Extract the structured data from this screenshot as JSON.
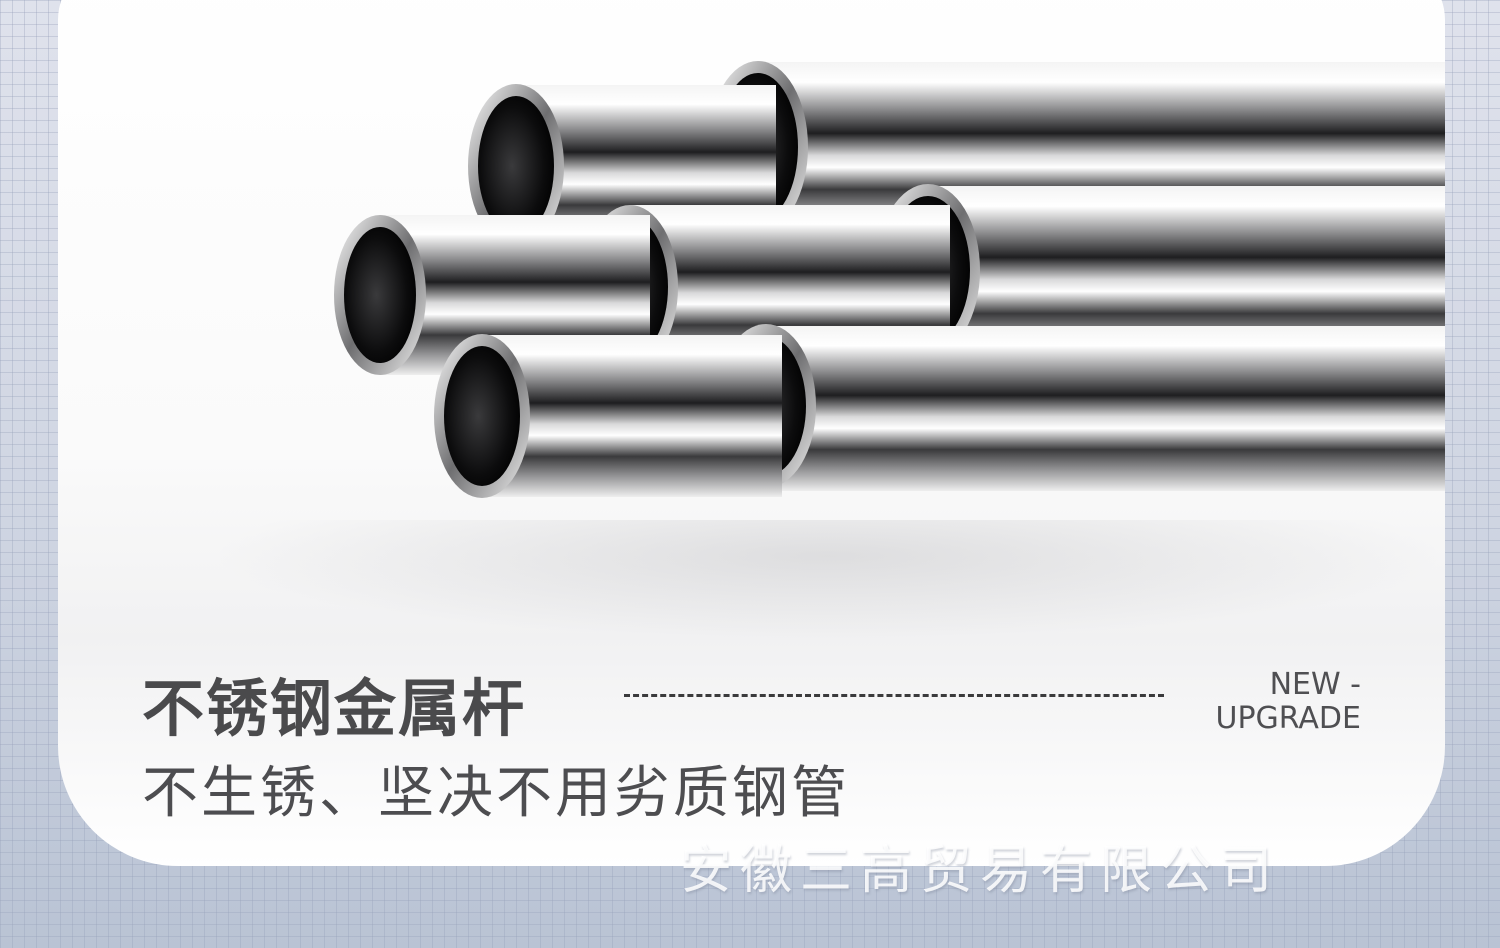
{
  "product": {
    "title": "不锈钢金属杆",
    "subtitle": "不生锈、坚决不用劣质钢管",
    "badge_line1": "NEW -",
    "badge_line2": "UPGRADE"
  },
  "watermark": "安徽三高贸易有限公司",
  "image": {
    "subject": "stainless-steel-pipes",
    "pipe_count": 7
  },
  "colors": {
    "background": "#c3cad8",
    "card": "#ffffff",
    "text": "#4a4a4c"
  }
}
